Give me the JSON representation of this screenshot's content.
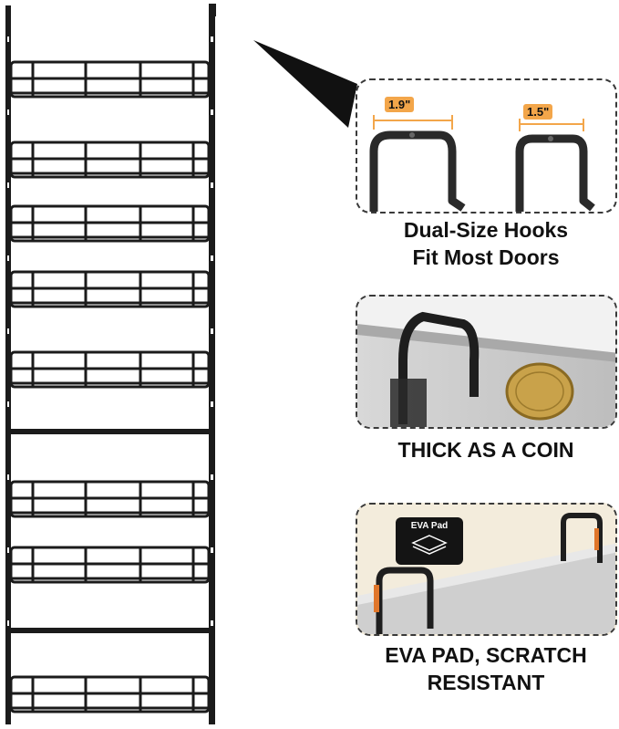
{
  "captions": {
    "hooks_line1": "Dual-Size Hooks",
    "hooks_line2": "Fit Most Doors",
    "coin": "THICK AS A COIN",
    "eva_line1": "EVA PAD, SCRATCH",
    "eva_line2": "RESISTANT"
  },
  "hook_sizes": {
    "large": "1.9\"",
    "small": "1.5\""
  },
  "eva_badge": {
    "label": "EVA Pad"
  },
  "colors": {
    "rack": "#1b1b1b",
    "accent": "#f3a64a",
    "panel_border": "#3a3a3a"
  }
}
